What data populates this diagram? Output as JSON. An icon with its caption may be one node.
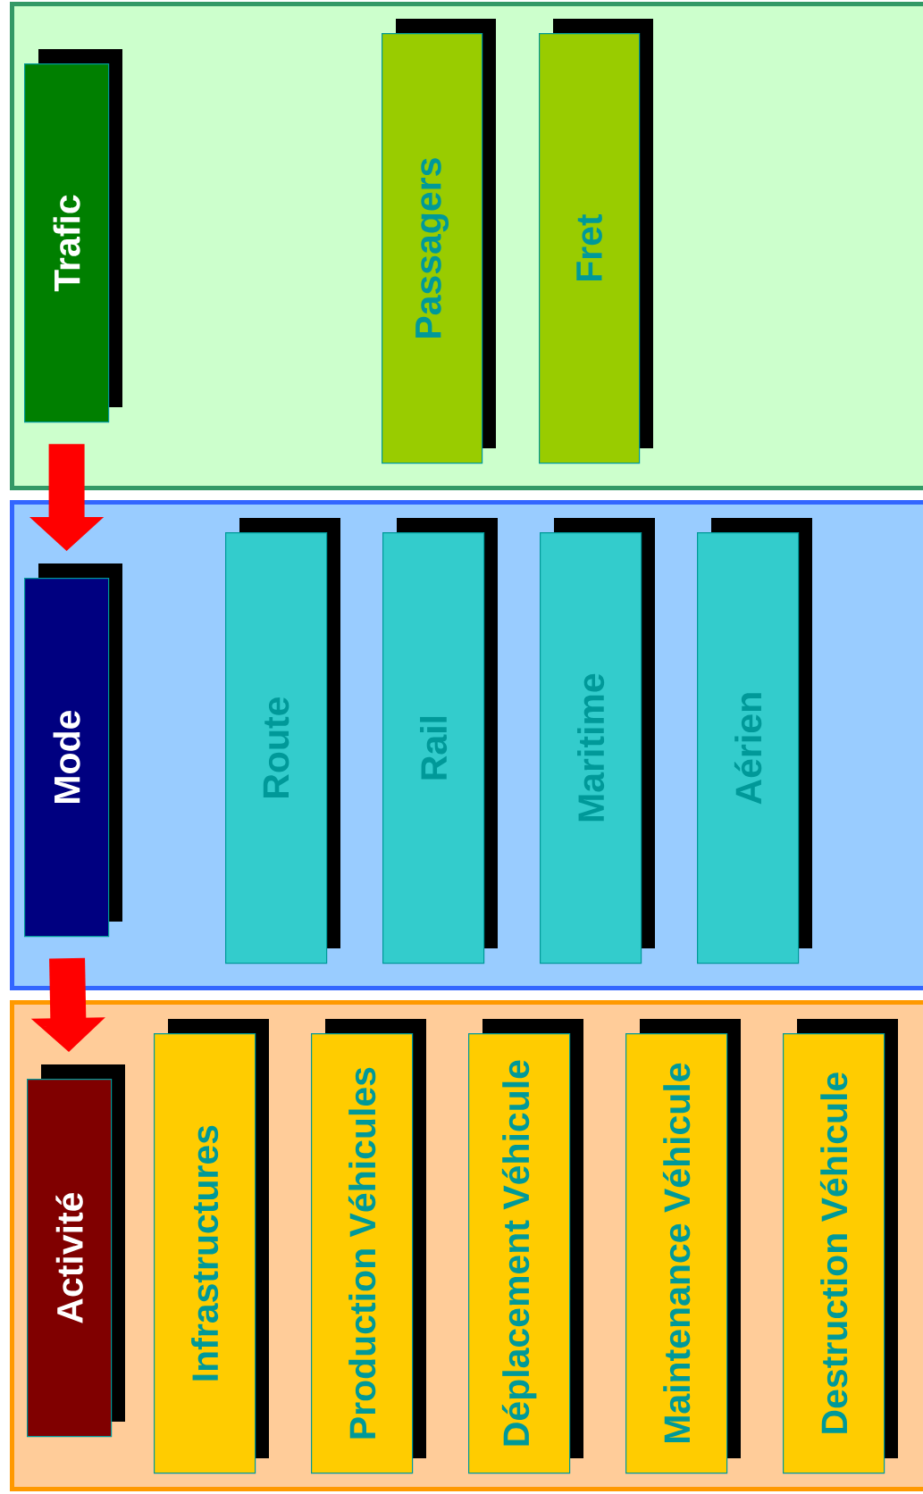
{
  "diagram": {
    "nodes": [
      {
        "text": [],
        "shape": "box"
      },
      {
        "text": [
          "Trafic"
        ],
        "in": 0
      },
      {
        "text": [
          "Passagers"
        ],
        "in": 0
      },
      {
        "text": [
          "Fret"
        ],
        "in": 0
      },
      {
        "text": [],
        "shape": "box"
      },
      {
        "text": [
          "Mode"
        ],
        "in": 4
      },
      {
        "text": [
          "Route"
        ],
        "in": 4
      },
      {
        "text": [
          "Rail"
        ],
        "in": 4
      },
      {
        "text": [
          "Maritime"
        ],
        "in": 4
      },
      {
        "text": [
          "Aérien"
        ],
        "in": 4
      },
      {
        "text": [],
        "shape": "box"
      },
      {
        "text": [
          "Activité"
        ],
        "in": 10
      },
      {
        "text": [
          "Infrastructures"
        ],
        "in": 10
      },
      {
        "text": [
          "Production Véhicules"
        ],
        "in": 10
      },
      {
        "text": [
          "Déplacement Véhicule"
        ],
        "in": 10
      },
      {
        "text": [
          "Maintenance Véhicule"
        ],
        "in": 10
      },
      {
        "text": [
          "Destruction Véhicule"
        ],
        "in": 10
      }
    ],
    "edges": [
      {
        "from": 1,
        "to": 5,
        "arrow": "to"
      },
      {
        "from": 5,
        "to": 11,
        "arrow": "to"
      }
    ]
  }
}
